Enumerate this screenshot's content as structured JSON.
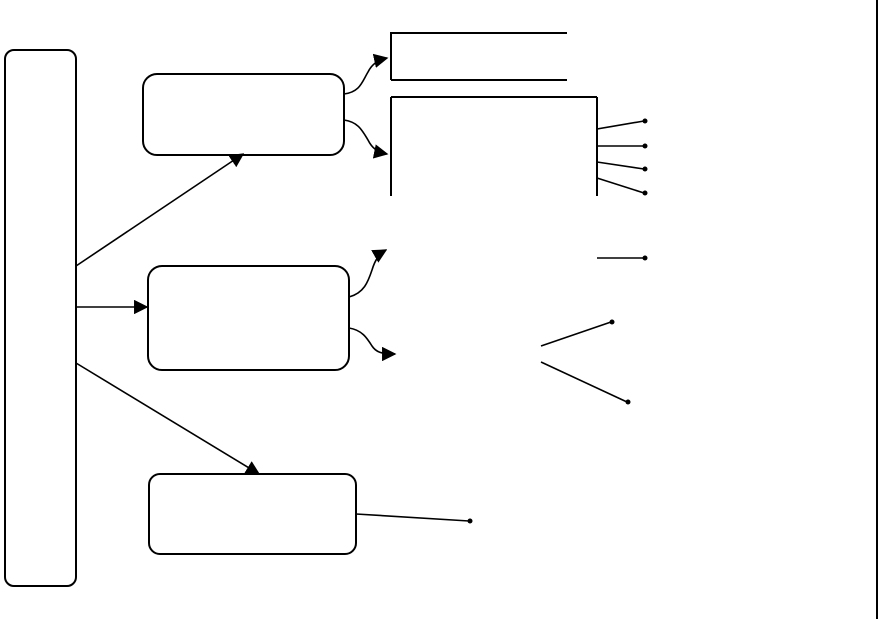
{
  "diagram": {
    "nodes": [
      {
        "id": "root",
        "label": ""
      },
      {
        "id": "branch-1",
        "label": ""
      },
      {
        "id": "branch-2",
        "label": ""
      },
      {
        "id": "branch-3",
        "label": ""
      }
    ],
    "colors": {
      "stroke": "#000000",
      "background": "#ffffff"
    }
  }
}
